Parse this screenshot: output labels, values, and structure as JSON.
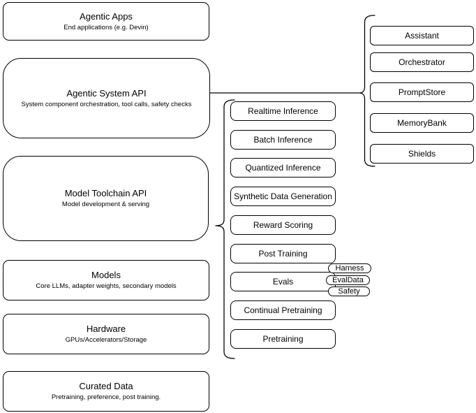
{
  "diagram": {
    "stack_nodes": [
      {
        "title": "Agentic Apps",
        "subtitle": "End applications (e.g. Devin)"
      },
      {
        "title": "Agentic System API",
        "subtitle": "System component orchestration, tool calls, safety checks"
      },
      {
        "title": "Model Toolchain API",
        "subtitle": "Model development & serving"
      },
      {
        "title": "Models",
        "subtitle": "Core LLMs, adapter weights, secondary models"
      },
      {
        "title": "Hardware",
        "subtitle": "GPUs/Accelerators/Storage"
      },
      {
        "title": "Curated Data",
        "subtitle": "Pretraining, preference, post training."
      }
    ],
    "toolchain_items": [
      "Realtime Inference",
      "Batch Inference",
      "Quantized Inference",
      "Synthetic Data Generation",
      "Reward Scoring",
      "Post Training",
      "Evals",
      "Continual Pretraining",
      "Pretraining"
    ],
    "eval_tags": [
      "Harness",
      "EvalData",
      "Safety"
    ],
    "system_items": [
      "Assistant",
      "Orchestrator",
      "PromptStore",
      "MemoryBank",
      "Shields"
    ],
    "colors": {
      "stroke": "#000000",
      "fill": "#ffffff",
      "text": "#000000",
      "background": "#ffffff"
    }
  }
}
